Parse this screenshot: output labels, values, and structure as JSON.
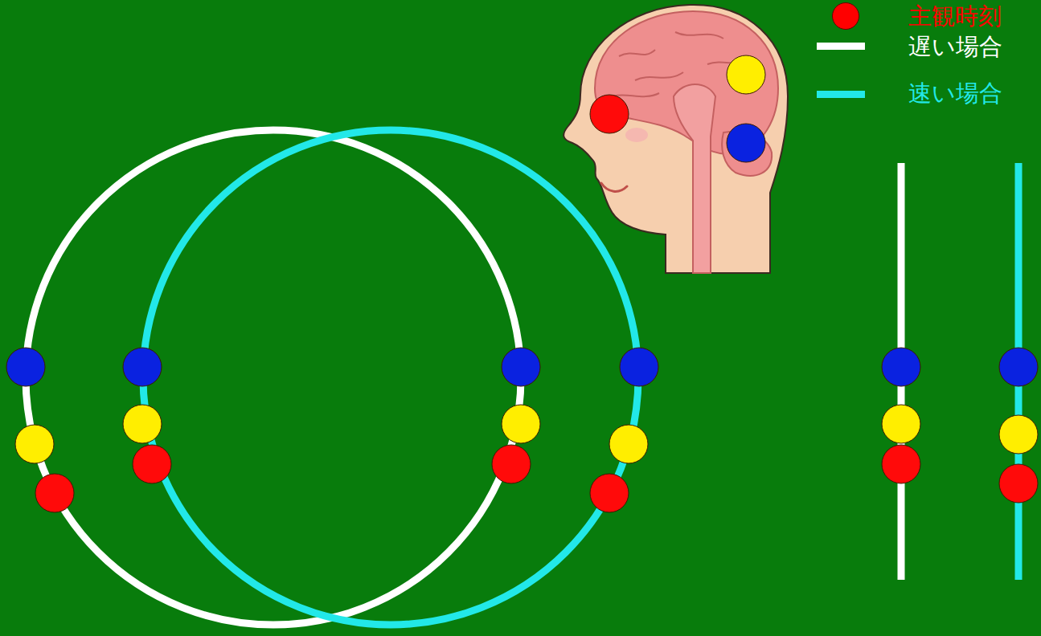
{
  "diagram": {
    "legend": [
      {
        "text": "主観時刻",
        "color": "#ff0000"
      },
      {
        "text": "遅い場合"
      },
      {
        "text": "速い場合"
      }
    ]
  }
}
